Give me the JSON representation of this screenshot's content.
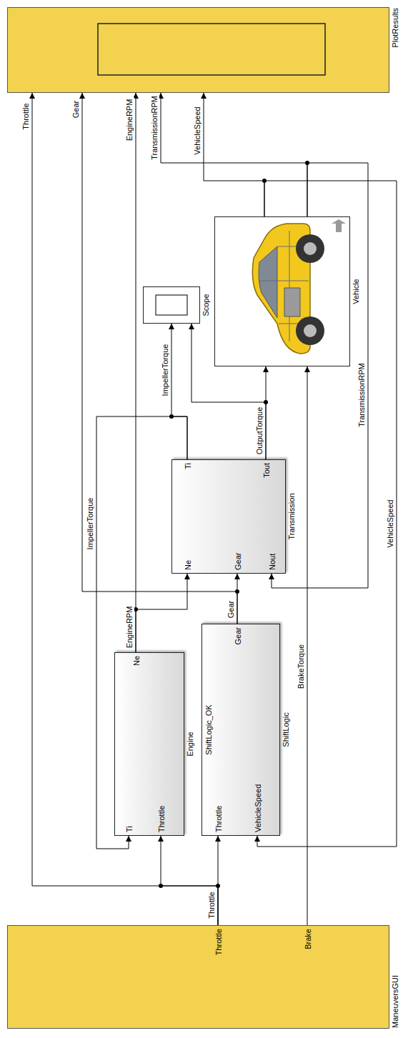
{
  "diagram": {
    "nodes": [
      {
        "text": [
          "ManeuversGUI",
          "Throttle",
          "Brake"
        ]
      },
      {
        "text": [
          "Engine",
          "Ti",
          "Throttle",
          "Ne"
        ]
      },
      {
        "text": [
          "ShiftLogic",
          "ShiftLogic_OK",
          "Throttle",
          "VehicleSpeed",
          "Gear"
        ]
      },
      {
        "text": [
          "Transmission",
          "Ne",
          "Gear",
          "Nout",
          "Ti",
          "Tout"
        ]
      },
      {
        "text": [
          "Scope"
        ]
      },
      {
        "text": [
          "Vehicle"
        ]
      },
      {
        "text": [
          "PlotResults"
        ]
      }
    ],
    "edges": [
      {
        "from": 0,
        "to": 1,
        "arrow": "to"
      },
      {
        "from": 0,
        "to": 2,
        "label": "Throttle",
        "arrow": "to"
      },
      {
        "from": 0,
        "to": 6,
        "label": "Throttle",
        "arrow": "to"
      },
      {
        "from": 0,
        "to": 5,
        "label": "BrakeTorque",
        "arrow": "to"
      },
      {
        "from": 1,
        "to": 3,
        "label": "EngineRPM",
        "arrow": "to"
      },
      {
        "from": 1,
        "to": 6,
        "label": "EngineRPM",
        "arrow": "to"
      },
      {
        "from": 2,
        "to": 3,
        "label": "Gear",
        "arrow": "to"
      },
      {
        "from": 2,
        "to": 6,
        "label": "Gear",
        "arrow": "to"
      },
      {
        "from": 3,
        "to": 1,
        "label": "ImpellerTorque",
        "arrow": "to"
      },
      {
        "from": 3,
        "to": 4,
        "label": "ImpellerTorque",
        "arrow": "to"
      },
      {
        "from": 3,
        "to": 5,
        "label": "OutputTorque",
        "arrow": "to"
      },
      {
        "from": 3,
        "to": 4,
        "arrow": "to"
      },
      {
        "from": 5,
        "to": 3,
        "label": "TransmissionRPM",
        "arrow": "to"
      },
      {
        "from": 5,
        "to": 6,
        "label": "TransmissionRPM",
        "arrow": "to"
      },
      {
        "from": 5,
        "to": 6,
        "label": "VehicleSpeed",
        "arrow": "to"
      },
      {
        "from": 5,
        "to": 2,
        "label": "VehicleSpeed",
        "arrow": "to"
      }
    ]
  }
}
